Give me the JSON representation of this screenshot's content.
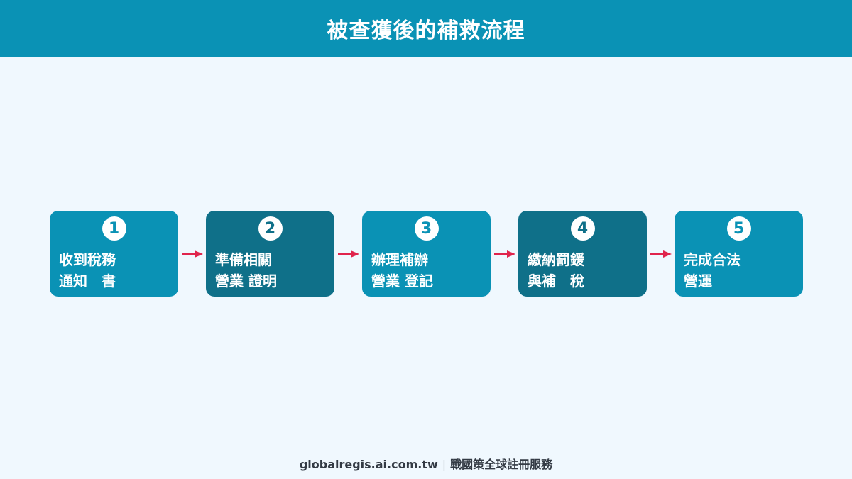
{
  "header": {
    "title": "被查獲後的補救流程"
  },
  "steps": [
    {
      "number": "1",
      "line1": "收到稅務",
      "line2": "通知　書",
      "color": "#0a92b5"
    },
    {
      "number": "2",
      "line1": "準備相關",
      "line2": "營業 證明",
      "color": "#0f7089"
    },
    {
      "number": "3",
      "line1": "辦理補辦",
      "line2": "營業 登記",
      "color": "#0a92b5"
    },
    {
      "number": "4",
      "line1": "繳納罰鍰",
      "line2": "與補　稅",
      "color": "#0f7089"
    },
    {
      "number": "5",
      "line1": "完成合法",
      "line2": "營運",
      "color": "#0a92b5"
    }
  ],
  "arrow_color": "#e0244c",
  "footer": {
    "site": "globalregis.ai.com.tw",
    "separator": "|",
    "brand": "戰國策全球註冊服務"
  },
  "colors": {
    "header_bg": "#0a92b5",
    "page_bg": "#f0f8fe",
    "step_light": "#0a92b5",
    "step_dark": "#0f7089"
  }
}
